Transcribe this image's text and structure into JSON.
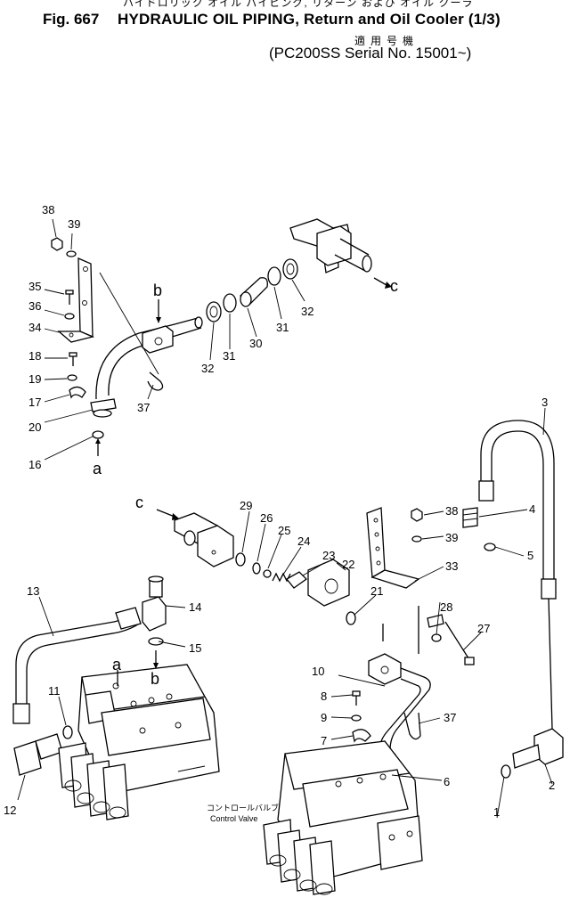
{
  "header": {
    "japanese_title": "ハイドロリック オイル パイピング, リターン および オイル クーラ",
    "figure_number": "Fig. 667",
    "figure_title": "HYDRAULIC OIL PIPING, Return and Oil Cooler (1/3)",
    "applicability_jp": "適用号機",
    "serial": "PC200SS Serial No. 15001~",
    "paren_open": "(",
    "paren_close": ")"
  },
  "callouts": [
    {
      "id": "n38a",
      "text": "38"
    },
    {
      "id": "n39a",
      "text": "39"
    },
    {
      "id": "n35",
      "text": "35"
    },
    {
      "id": "n36",
      "text": "36"
    },
    {
      "id": "n34",
      "text": "34"
    },
    {
      "id": "n18",
      "text": "18"
    },
    {
      "id": "n19",
      "text": "19"
    },
    {
      "id": "n17",
      "text": "17"
    },
    {
      "id": "n20",
      "text": "20"
    },
    {
      "id": "n16",
      "text": "16"
    },
    {
      "id": "n37a",
      "text": "37"
    },
    {
      "id": "n32a",
      "text": "32"
    },
    {
      "id": "n31a",
      "text": "31"
    },
    {
      "id": "n30",
      "text": "30"
    },
    {
      "id": "n31b",
      "text": "31"
    },
    {
      "id": "n32b",
      "text": "32"
    },
    {
      "id": "n3",
      "text": "3"
    },
    {
      "id": "n4",
      "text": "4"
    },
    {
      "id": "n5",
      "text": "5"
    },
    {
      "id": "n38b",
      "text": "38"
    },
    {
      "id": "n39b",
      "text": "39"
    },
    {
      "id": "n33",
      "text": "33"
    },
    {
      "id": "n29",
      "text": "29"
    },
    {
      "id": "n26",
      "text": "26"
    },
    {
      "id": "n25",
      "text": "25"
    },
    {
      "id": "n24",
      "text": "24"
    },
    {
      "id": "n23",
      "text": "23"
    },
    {
      "id": "n22",
      "text": "22"
    },
    {
      "id": "n21",
      "text": "21"
    },
    {
      "id": "n28",
      "text": "28"
    },
    {
      "id": "n27",
      "text": "27"
    },
    {
      "id": "n14",
      "text": "14"
    },
    {
      "id": "n15",
      "text": "15"
    },
    {
      "id": "n13",
      "text": "13"
    },
    {
      "id": "n10",
      "text": "10"
    },
    {
      "id": "n8",
      "text": "8"
    },
    {
      "id": "n9",
      "text": "9"
    },
    {
      "id": "n37b",
      "text": "37"
    },
    {
      "id": "n7",
      "text": "7"
    },
    {
      "id": "n11",
      "text": "11"
    },
    {
      "id": "n12",
      "text": "12"
    },
    {
      "id": "n6",
      "text": "6"
    },
    {
      "id": "n1",
      "text": "1"
    },
    {
      "id": "n2",
      "text": "2"
    }
  ],
  "connection_marks": [
    {
      "id": "b1",
      "text": "b"
    },
    {
      "id": "a1",
      "text": "a"
    },
    {
      "id": "c1",
      "text": "c"
    },
    {
      "id": "c2",
      "text": "c"
    },
    {
      "id": "a2",
      "text": "a"
    },
    {
      "id": "b2",
      "text": "b"
    }
  ],
  "captions": {
    "control_valve_jp": "コントロールバルブ",
    "control_valve_en": "Control Valve"
  }
}
